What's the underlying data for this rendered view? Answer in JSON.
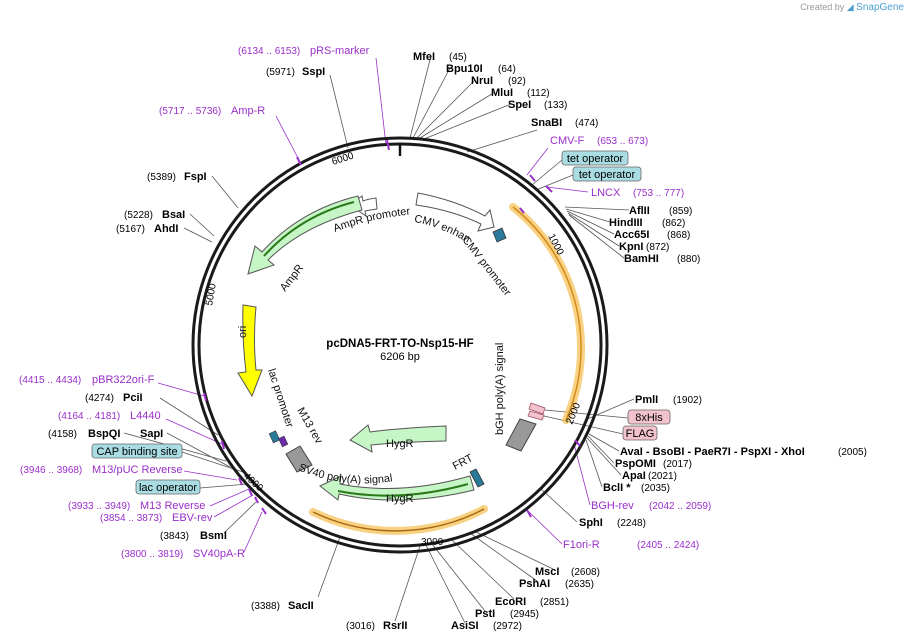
{
  "brand": {
    "created_by": "Created by",
    "app": "SnapGene"
  },
  "plasmid": {
    "name": "pcDNA5-FRT-TO-Nsp15-HF",
    "length": "6206 bp",
    "total_bp": 6206
  },
  "ticks": [
    "1000",
    "2000",
    "3000",
    "4000",
    "5000",
    "6000"
  ],
  "sites": [
    {
      "name": "MfeI",
      "pos": "(45)"
    },
    {
      "name": "Bpu10I",
      "pos": "(64)"
    },
    {
      "name": "NruI",
      "pos": "(92)"
    },
    {
      "name": "MluI",
      "pos": "(112)"
    },
    {
      "name": "SpeI",
      "pos": "(133)"
    },
    {
      "name": "SnaBI",
      "pos": "(474)"
    },
    {
      "name": "AflII",
      "pos": "(859)"
    },
    {
      "name": "HindIII",
      "pos": "(862)"
    },
    {
      "name": "Acc65I",
      "pos": "(868)"
    },
    {
      "name": "KpnI",
      "pos": "(872)"
    },
    {
      "name": "BamHI",
      "pos": "(880)"
    },
    {
      "name": "PmlI",
      "pos": "(1902)"
    },
    {
      "name": "AvaI - BsoBI - PaeR7I - PspXI - XhoI",
      "pos": "(2005)"
    },
    {
      "name": "PspOMI",
      "pos": "(2017)"
    },
    {
      "name": "ApaI",
      "pos": "(2021)"
    },
    {
      "name": "BclI *",
      "pos": "(2035)"
    },
    {
      "name": "SphI",
      "pos": "(2248)"
    },
    {
      "name": "MscI",
      "pos": "(2608)"
    },
    {
      "name": "PshAI",
      "pos": "(2635)"
    },
    {
      "name": "EcoRI",
      "pos": "(2851)"
    },
    {
      "name": "PstI",
      "pos": "(2945)"
    },
    {
      "name": "AsiSI",
      "pos": "(2972)"
    },
    {
      "name": "RsrII",
      "pos": "(3016)"
    },
    {
      "name": "SacII",
      "pos": "(3388)"
    },
    {
      "name": "SV40pA-R",
      "pos": "(3800 .. 3819)"
    },
    {
      "name": "BsmI",
      "pos": "(3843)"
    },
    {
      "name": "SapI",
      "pos": ""
    },
    {
      "name": "BspQI",
      "pos": "(4158)"
    },
    {
      "name": "PciI",
      "pos": "(4274)"
    },
    {
      "name": "AhdI",
      "pos": "(5167)"
    },
    {
      "name": "BsaI",
      "pos": "(5228)"
    },
    {
      "name": "FspI",
      "pos": "(5389)"
    },
    {
      "name": "SspI",
      "pos": "(5971)"
    }
  ],
  "primers": [
    {
      "name": "pRS-marker",
      "pos": "(6134 .. 6153)"
    },
    {
      "name": "Amp-R",
      "pos": "(5717 .. 5736)"
    },
    {
      "name": "CMV-F",
      "pos": "(653 .. 673)"
    },
    {
      "name": "LNCX",
      "pos": "(753 .. 777)"
    },
    {
      "name": "BGH-rev",
      "pos": "(2042 .. 2059)"
    },
    {
      "name": "F1ori-R",
      "pos": "(2405 .. 2424)"
    },
    {
      "name": "pBR322ori-F",
      "pos": "(4415 .. 4434)"
    },
    {
      "name": "L4440",
      "pos": "(4164 .. 4181)"
    },
    {
      "name": "M13/pUC Reverse",
      "pos": "(3946 .. 3968)"
    },
    {
      "name": "M13 Reverse",
      "pos": "(3933 .. 3949)"
    },
    {
      "name": "EBV-rev",
      "pos": "(3854 .. 3873)"
    }
  ],
  "boxes": [
    {
      "name": "tet operator"
    },
    {
      "name": "tet operator"
    },
    {
      "name": "8xHis"
    },
    {
      "name": "FLAG"
    },
    {
      "name": "CAP binding site"
    },
    {
      "name": "lac operator"
    }
  ],
  "features": {
    "cmv_enhancer": "CMV enhancer",
    "cmv_promoter": "CMV promoter",
    "ampr_promoter": "AmpR promoter",
    "ampr": "AmpR",
    "ori": "ori",
    "lac_promoter": "lac promoter",
    "m13_rev": "M13 rev",
    "sv40": "SV40 poly(A) signal",
    "hygr1": "HygR",
    "hygr2": "HygR",
    "frt": "FRT",
    "bgh": "bGH poly(A) signal"
  },
  "colors": {
    "backbone": "#1a1a1a",
    "primer": "#9a2fc9",
    "promoter": "#ffffff",
    "marker": "#c6f5c6",
    "ori": "#ffff00",
    "orf": "#f5c15a",
    "box_blue": "#a9dde3",
    "box_pink": "#f2c3cd",
    "terminator": "#999999"
  }
}
